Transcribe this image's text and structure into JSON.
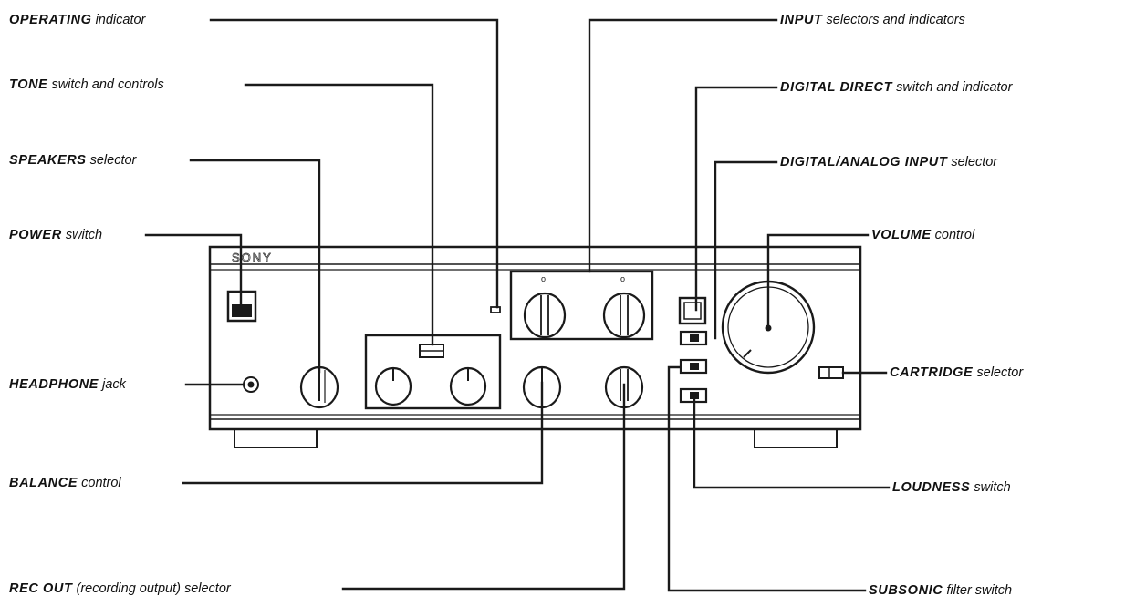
{
  "panel": {
    "brand": "SONY",
    "input_marks": [
      "o",
      "o"
    ]
  },
  "labels": {
    "operating": {
      "bold": "OPERATING",
      "rest": "indicator"
    },
    "tone": {
      "bold": "TONE",
      "rest": "switch and controls"
    },
    "speakers": {
      "bold": "SPEAKERS",
      "rest": "selector"
    },
    "power": {
      "bold": "POWER",
      "rest": "switch"
    },
    "headphone": {
      "bold": "HEADPHONE",
      "rest": "jack"
    },
    "balance": {
      "bold": "BALANCE",
      "rest": "control"
    },
    "rec_out": {
      "bold": "REC OUT",
      "rest": "(recording output) selector"
    },
    "input": {
      "bold": "INPUT",
      "rest": "selectors and indicators"
    },
    "digital_direct": {
      "bold": "DIGITAL DIRECT",
      "rest": "switch and indicator"
    },
    "digital_analog": {
      "bold": "DIGITAL/ANALOG INPUT",
      "rest": "selector"
    },
    "volume": {
      "bold": "VOLUME",
      "rest": "control"
    },
    "cartridge": {
      "bold": "CARTRIDGE",
      "rest": "selector"
    },
    "loudness": {
      "bold": "LOUDNESS",
      "rest": "switch"
    },
    "subsonic": {
      "bold": "SUBSONIC",
      "rest": "filter switch"
    }
  }
}
